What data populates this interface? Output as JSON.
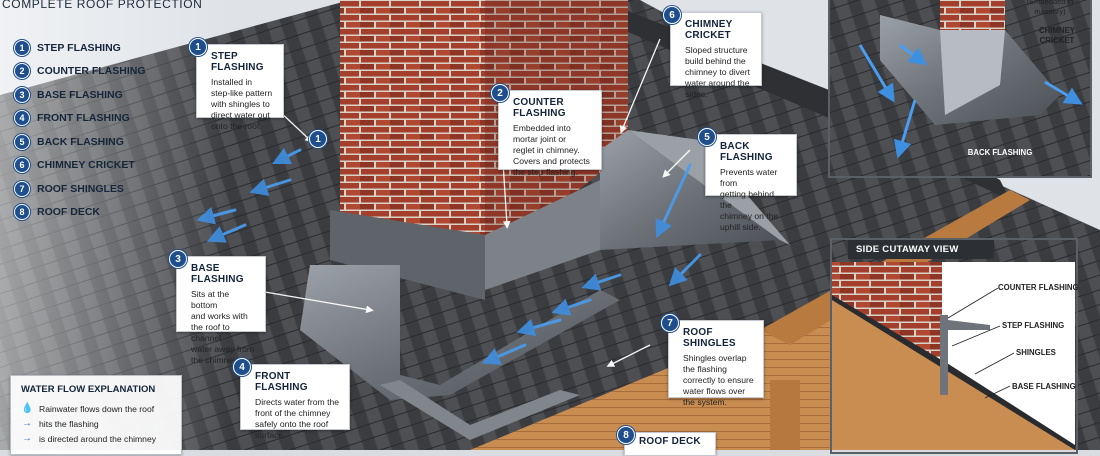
{
  "title": "COMPLETE ROOF PROTECTION",
  "legend": [
    {
      "num": "1",
      "label": "STEP FLASHING"
    },
    {
      "num": "2",
      "label": "COUNTER FLASHING"
    },
    {
      "num": "3",
      "label": "BASE FLASHING"
    },
    {
      "num": "4",
      "label": "FRONT FLASHING"
    },
    {
      "num": "5",
      "label": "BACK FLASHING"
    },
    {
      "num": "6",
      "label": "CHIMNEY CRICKET"
    },
    {
      "num": "7",
      "label": "ROOF SHINGLES"
    },
    {
      "num": "8",
      "label": "ROOF DECK"
    }
  ],
  "callouts": {
    "step": {
      "num": "1",
      "title": "STEP FLASHING",
      "lines": [
        "Installed in",
        "step-like pattern",
        "with shingles to",
        "direct water out",
        "onto the roof."
      ]
    },
    "counter": {
      "num": "2",
      "title": "COUNTER FLASHING",
      "lines": [
        "Embedded into",
        "mortar joint or",
        "reglet in chimney.",
        "Covers and protects",
        "the step flashing."
      ]
    },
    "base": {
      "num": "3",
      "title": "BASE FLASHING",
      "lines": [
        "Sits at the bottom",
        "and works with",
        "the roof to channel",
        "water away from",
        "the chimney."
      ]
    },
    "front": {
      "num": "4",
      "title": "FRONT FLASHING",
      "lines": [
        "Directs water from the",
        "front of the chimney",
        "safely onto the roof",
        "surface."
      ]
    },
    "back": {
      "num": "5",
      "title": "BACK FLASHING",
      "lines": [
        "Prevents water from",
        "getting behind the",
        "chimney on the",
        "uphill side."
      ]
    },
    "cricket": {
      "num": "6",
      "title": "CHIMNEY CRICKET",
      "lines": [
        "Sloped structure",
        "build behind the",
        "chimney to divert",
        "water around the",
        "sides."
      ]
    },
    "shingles": {
      "num": "7",
      "title": "ROOF SHINGLES",
      "lines": [
        "Shingles overlap",
        "the flashing",
        "correctly to ensure",
        "water flows over",
        "the system."
      ]
    },
    "deck": {
      "num": "8",
      "title": "ROOF DECK"
    }
  },
  "inset_top": {
    "embedded_note": "(Embedded in masonry)",
    "cricket_label_1": "CHIMNEY",
    "cricket_label_2": "CRICKET",
    "back_label": "BACK FLASHING"
  },
  "side_cutaway": {
    "heading": "SIDE CUTAWAY VIEW",
    "labels": [
      "COUNTER FLASHING",
      "STEP FLASHING",
      "SHINGLES",
      "BASE FLASHING"
    ]
  },
  "water_flow": {
    "title": "WATER FLOW EXPLANATION",
    "rows": [
      {
        "icon": "drop-icon",
        "text": "Rainwater flows down the roof"
      },
      {
        "icon": "arrow-right-icon",
        "text": "hits the flashing"
      },
      {
        "icon": "arrow-right-icon",
        "text": "is directed around the chimney"
      }
    ]
  },
  "colors": {
    "badge": "#1f4e8c",
    "brick": "#9a3b2c",
    "flashing": "#6f747b",
    "shingle": "#3d3f43",
    "water": "#3f8fe0",
    "wood": "#c8894c"
  }
}
